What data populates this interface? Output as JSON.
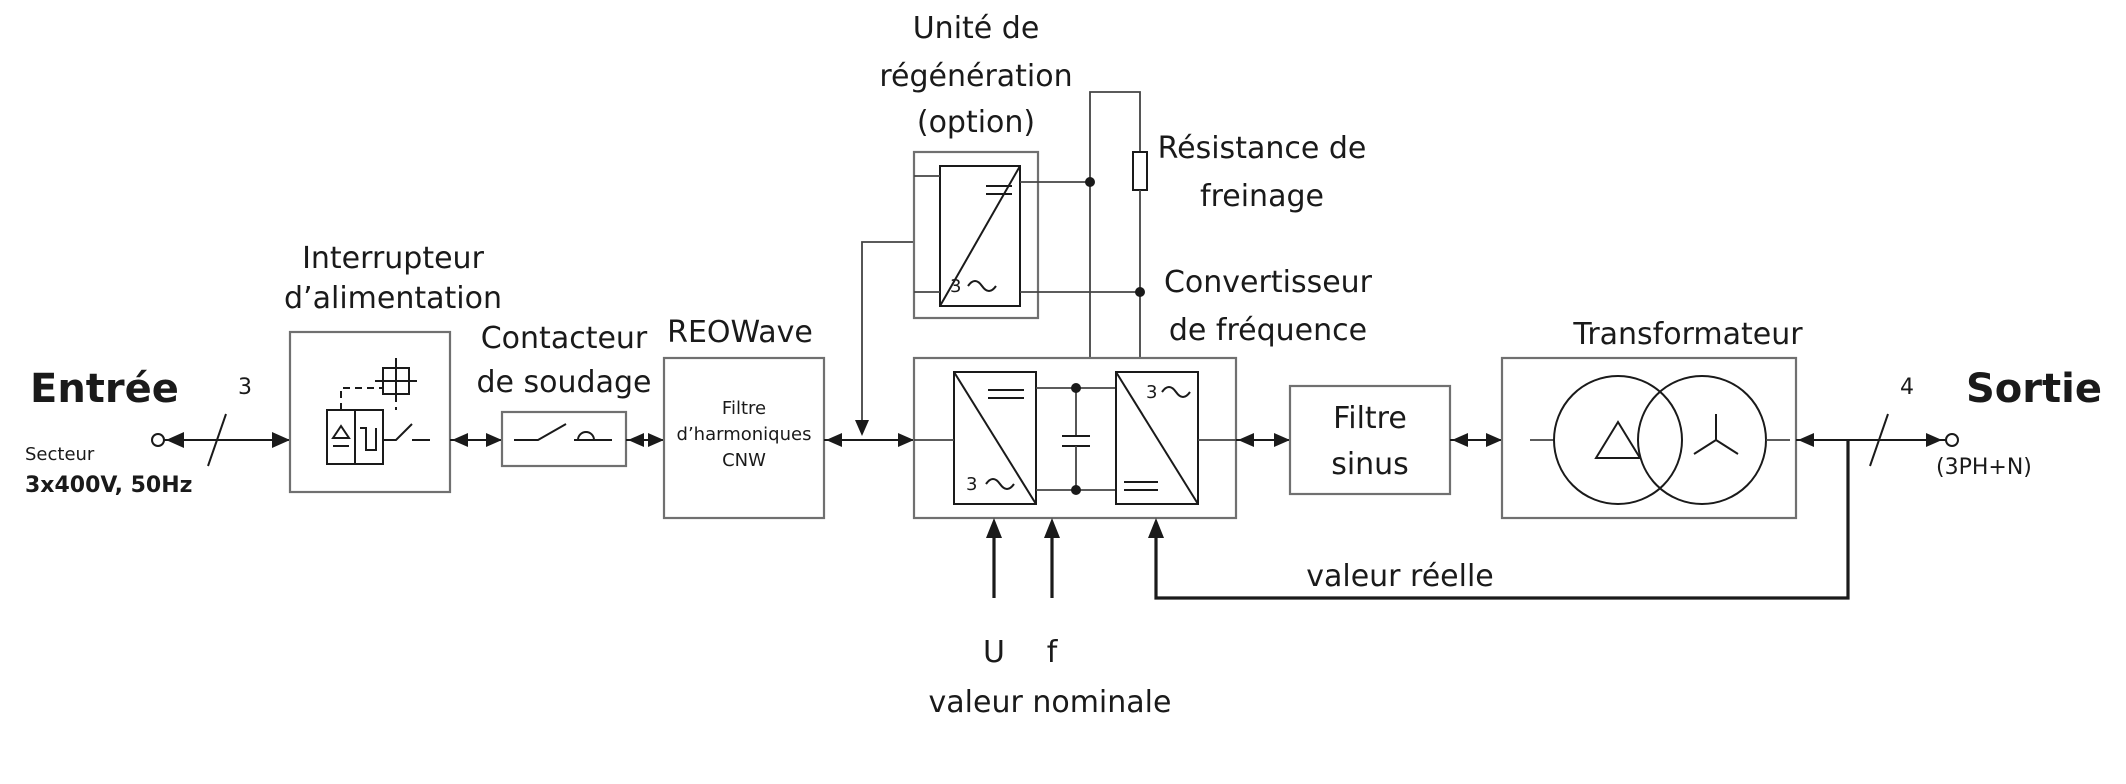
{
  "input": {
    "title": "Entrée",
    "sub1": "Secteur",
    "sub2": "3x400V, 50Hz",
    "phases": "3"
  },
  "output": {
    "title": "Sortie",
    "sub": "(3PH+N)",
    "phases": "4"
  },
  "blocks": {
    "switch": {
      "line1": "Interrupteur",
      "line2": "d’alimentation"
    },
    "contactor": {
      "line1": "Contacteur",
      "line2": "de soudage"
    },
    "reowave": {
      "title": "REOWave",
      "line1": "Filtre",
      "line2": "d’harmoniques",
      "line3": "CNW"
    },
    "regen": {
      "line1": "Unité de",
      "line2": "régénération",
      "line3": "(option)"
    },
    "brake": {
      "line1": "Résistance de",
      "line2": "freinage"
    },
    "converter": {
      "line1": "Convertisseur",
      "line2": "de fréquence"
    },
    "sine_filter": {
      "line1": "Filtre",
      "line2": "sinus"
    },
    "transformer": {
      "title": "Transformateur"
    }
  },
  "symbols": {
    "ac3": "3",
    "dc": "=="
  },
  "feedback": {
    "actual_value": "valeur réelle",
    "u": "U",
    "f": "f",
    "nominal_value": "valeur nominale"
  }
}
